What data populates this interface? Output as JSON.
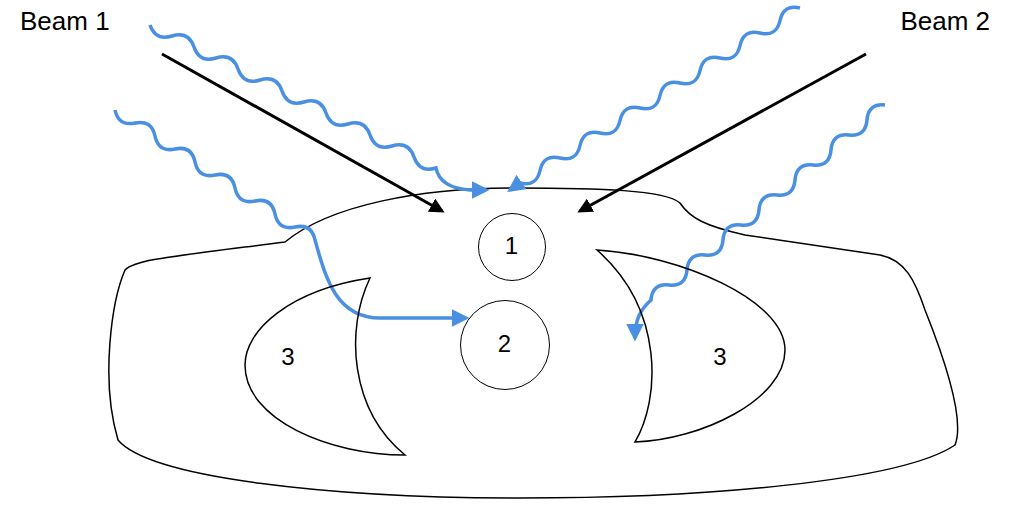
{
  "diagram": {
    "nodes": [
      {
        "text": [
          "1"
        ]
      },
      {
        "text": [
          "3"
        ]
      },
      {
        "text": [
          "2"
        ]
      },
      {
        "text": [
          "3"
        ]
      }
    ],
    "labels": [
      "Beam 1",
      "Beam 2"
    ]
  }
}
